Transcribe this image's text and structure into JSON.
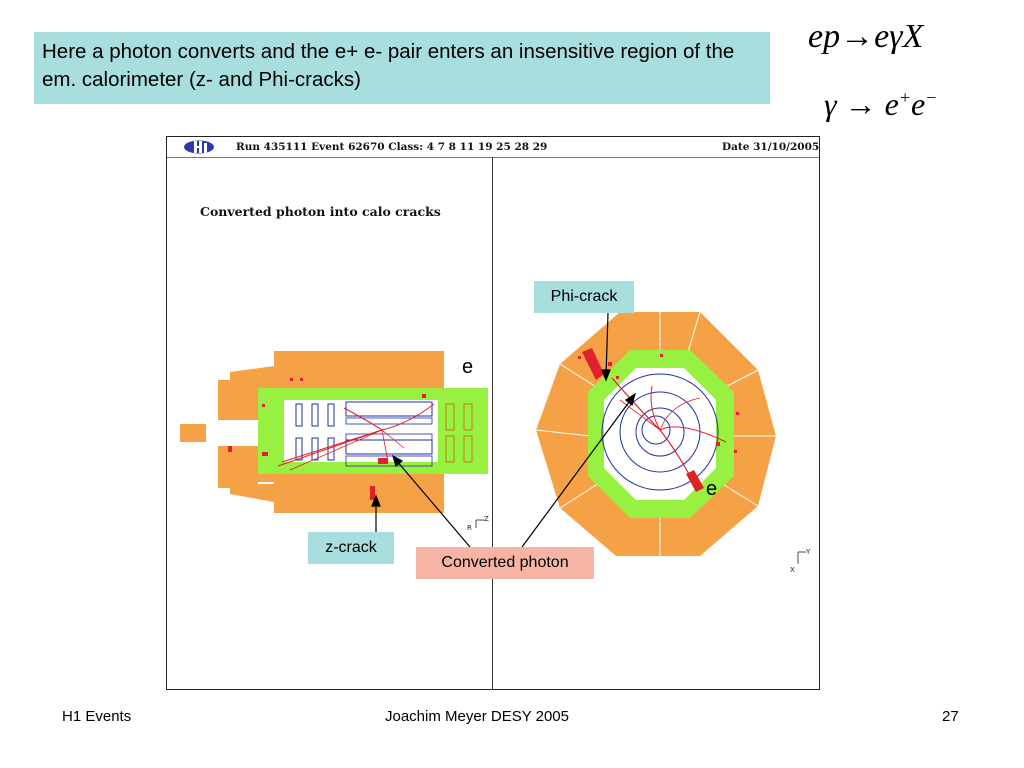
{
  "caption": "Here a photon converts and the e+ e- pair enters an insensitive region of the em. calorimeter (z- and Phi-cracks)",
  "formula1": {
    "lhs": "ep",
    "arrow": "→",
    "rhs": "eγX"
  },
  "formula2": {
    "lhs": "γ",
    "arrow": "→",
    "rhs_base1": "e",
    "rhs_sup1": "+",
    "rhs_base2": "e",
    "rhs_sup2": "−"
  },
  "event_header": {
    "run_info": "Run 435111   Event 62670   Class: 4 7 8 11 19 25 28 29",
    "date": "Date 31/10/2005"
  },
  "event_title": "Converted photon into calo cracks",
  "labels": {
    "phi_crack": "Phi-crack",
    "z_crack": "z-crack",
    "converted_photon": "Converted photon",
    "electron_top": "e",
    "electron_bottom": "e"
  },
  "axes": {
    "side_z": "Z",
    "side_r": "R",
    "radial_y": "Y",
    "radial_x": "X"
  },
  "footer": {
    "left": "H1 Events",
    "center": "Joachim Meyer  DESY  2005",
    "page": "27"
  },
  "colors": {
    "caption_bg": "#a9dede",
    "converted_bg": "#f6b5a4",
    "calorimeter_orange": "#f5a246",
    "em_green": "#98f040",
    "track_red": "#e0202a",
    "tracker_blue": "#2030a0"
  }
}
